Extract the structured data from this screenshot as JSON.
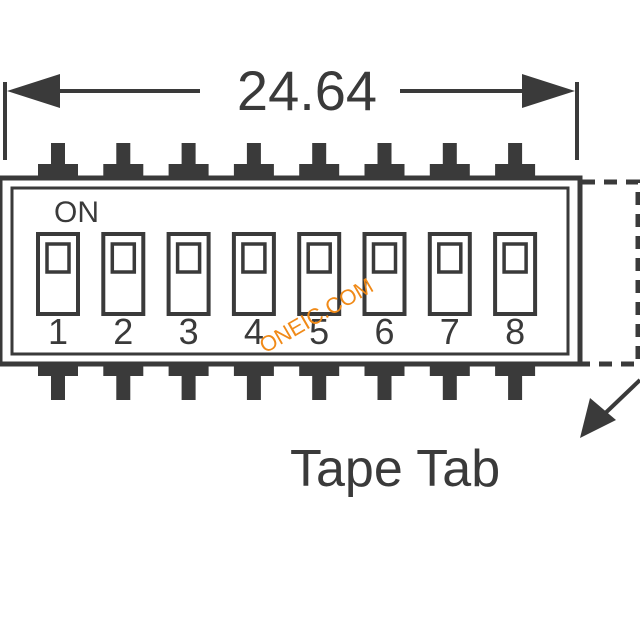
{
  "dimension": {
    "value": "24.64"
  },
  "body": {
    "on_label": "ON"
  },
  "switches": [
    {
      "number": "1"
    },
    {
      "number": "2"
    },
    {
      "number": "3"
    },
    {
      "number": "4"
    },
    {
      "number": "5"
    },
    {
      "number": "6"
    },
    {
      "number": "7"
    },
    {
      "number": "8"
    }
  ],
  "tape_tab": {
    "label": "Tape Tab"
  },
  "watermark": {
    "text": "ONEIC.COM"
  },
  "colors": {
    "line": "#3a3a3a",
    "watermark": "#f08a18"
  }
}
